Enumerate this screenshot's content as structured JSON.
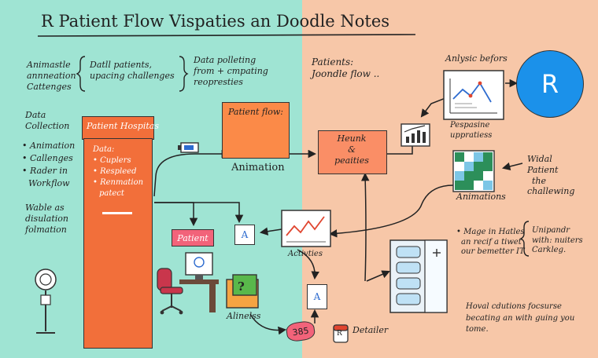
{
  "title": "R   Patient Flow Vispaties an Doodle Notes",
  "left": {
    "top_note": [
      "Animastle",
      "annneation",
      "Cattenges"
    ],
    "brace_note": [
      "Datll patients,",
      "upacing challenges"
    ],
    "polling_note": [
      "Data polleting",
      "from + cmpating",
      "reopresties"
    ],
    "data_collection": [
      "Data",
      "Collection"
    ],
    "bullets": [
      "• Animation",
      "• Callenges",
      "• Rader in",
      "Workflow"
    ],
    "wable_note": [
      "Wable as",
      "disulation",
      "folmation"
    ],
    "hospital_box": {
      "title": "Patient Hospitas",
      "lines": [
        "Data:",
        "• Cuplers",
        "• Respleed",
        "• Renmation",
        "patect"
      ]
    },
    "patient_flow_box": "Patient flow:",
    "animation_label": "Animation",
    "patient_tag": "Patient",
    "a_card_label": "A",
    "activities_label": "Activties",
    "alinelss_label": "Alinelss",
    "question_mark": "?"
  },
  "right": {
    "patients_note": [
      "Patients:",
      "Joondle flow .."
    ],
    "analysis_label": "Anlysic befors",
    "r_circle_text": "R",
    "pespasine_note": [
      "Pespasine",
      "uppratiess"
    ],
    "heunk_box": [
      "Heunk",
      "&",
      "peaities"
    ],
    "widal_note": [
      "Widal",
      "Patient",
      "the",
      "challewing"
    ],
    "animations_label": "Animations",
    "mage_note": [
      "• Mage in Hatles",
      "an recif a tiwet",
      "our bemetter IT"
    ],
    "unipandr_note": [
      "Unipandr",
      "with: nuiters",
      "Carkleg."
    ],
    "hoval_note": [
      "Hoval cdutions focsurse",
      "becating an with guing you",
      "tome."
    ],
    "a_card_label": "A",
    "badge_number": "385",
    "detailer_label": "Detailer",
    "r_icon_label": "R"
  },
  "colors": {
    "left_bg": "#9fe4d3",
    "right_bg": "#f7c7a8",
    "orange": "#fb8a48",
    "hospital": "#f26f3a",
    "pink": "#f2637a",
    "blue": "#1b91ea"
  }
}
